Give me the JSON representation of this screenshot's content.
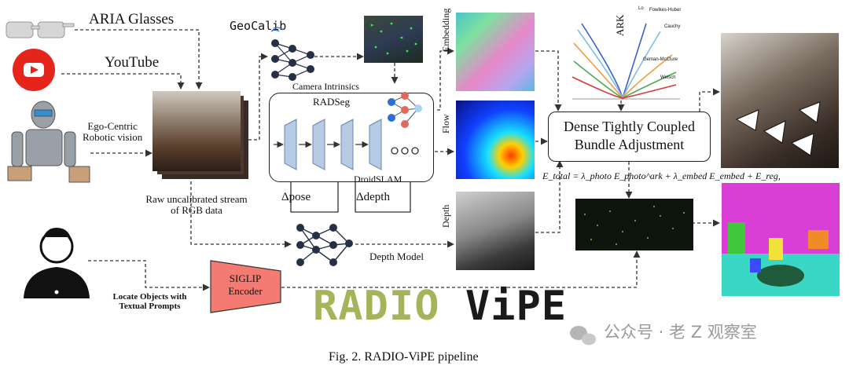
{
  "sources": {
    "aria": "ARIA Glasses",
    "youtube": "YouTube",
    "robotic_line1": "Ego-Centric",
    "robotic_line2": "Robotic vision"
  },
  "stream": {
    "line1": "Raw uncalibrated stream",
    "line2": "of RGB data"
  },
  "geocalib": "GeoCalib",
  "camera_intrinsics": "Camera Intrinsics",
  "radseg": "RADSeg",
  "droidslam": "DroidSLAM",
  "delta_pose": "Δpose",
  "delta_depth": "Δdepth",
  "depth_model": "Depth Model",
  "side_labels": {
    "embedding": "Embedding",
    "flow": "Flow",
    "depth": "Depth"
  },
  "ark": {
    "title": "ARK",
    "legend": [
      "Lo",
      "Fowlkes-Huber",
      "Cauchy",
      "Geman-McClure",
      "Welsch"
    ]
  },
  "bundle": {
    "line1": "Dense Tightly Coupled",
    "line2": "Bundle Adjustment"
  },
  "energy": "E_total = λ_photo E_photo^ark + λ_embed E_embed + E_reg,",
  "siglip": {
    "line1": "SIGLIP",
    "line2": "Encoder"
  },
  "prompt": {
    "line1": "Locate Objects with",
    "line2": "Textual Prompts"
  },
  "logo": "RADIO ViPE",
  "watermark": "公众号 · 老 Z 观察室",
  "caption": "Fig. 2.    RADIO-ViPE pipeline",
  "colors": {
    "siglip_fill": "#f47a72",
    "logo_radio": "#a5b35a",
    "logo_vipe": "#1a1a1a",
    "network": "#263044",
    "radseg_node": "#e06a5a",
    "radseg_node2": "#a7d5f0"
  }
}
